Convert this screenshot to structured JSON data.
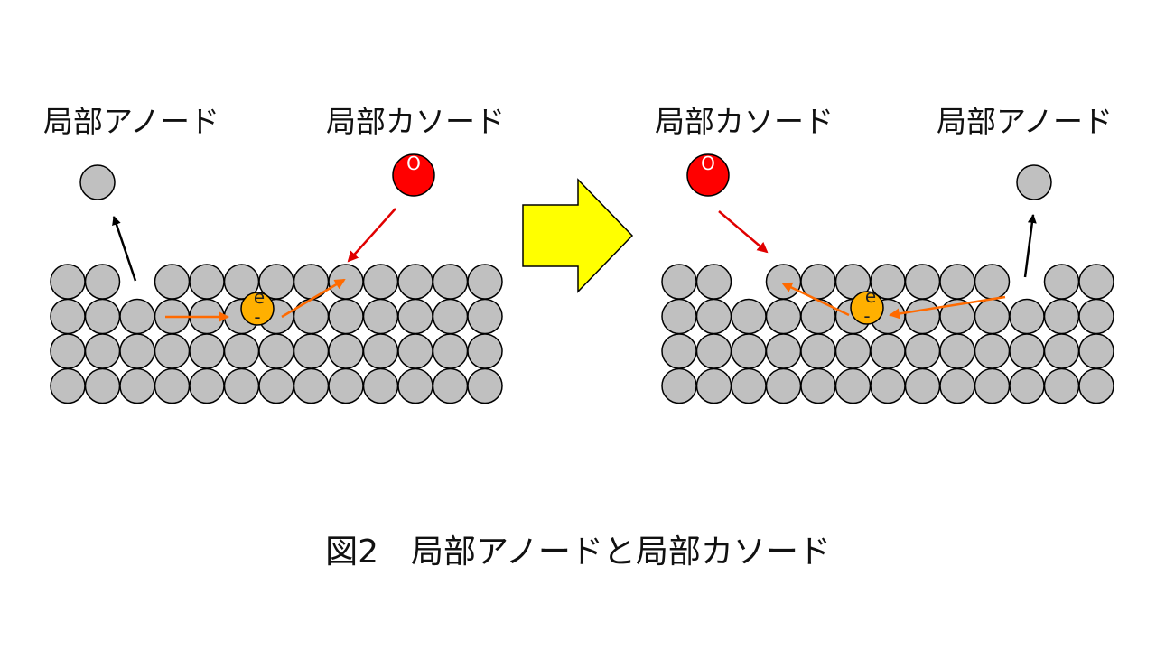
{
  "left_panel": {
    "anode_label": "局部アノード",
    "cathode_label": "局部カソード",
    "oxygen_symbol": "O",
    "electron_symbol": "e",
    "electron_charge": "-"
  },
  "right_panel": {
    "anode_label": "局部アノード",
    "cathode_label": "局部カソード",
    "oxygen_symbol": "O",
    "electron_symbol": "e",
    "electron_charge": "-"
  },
  "caption": "図2　局部アノードと局部カソード",
  "colors": {
    "atom_fill": "#c0c0c0",
    "oxygen_fill": "#ff0000",
    "electron_fill": "#ffb000",
    "transition_arrow_fill": "#ffff00",
    "electron_arrow": "#ff6a00",
    "oxygen_arrow": "#e00000",
    "ion_arrow": "#000000"
  },
  "icons": {
    "transition": "right-arrow-icon"
  }
}
